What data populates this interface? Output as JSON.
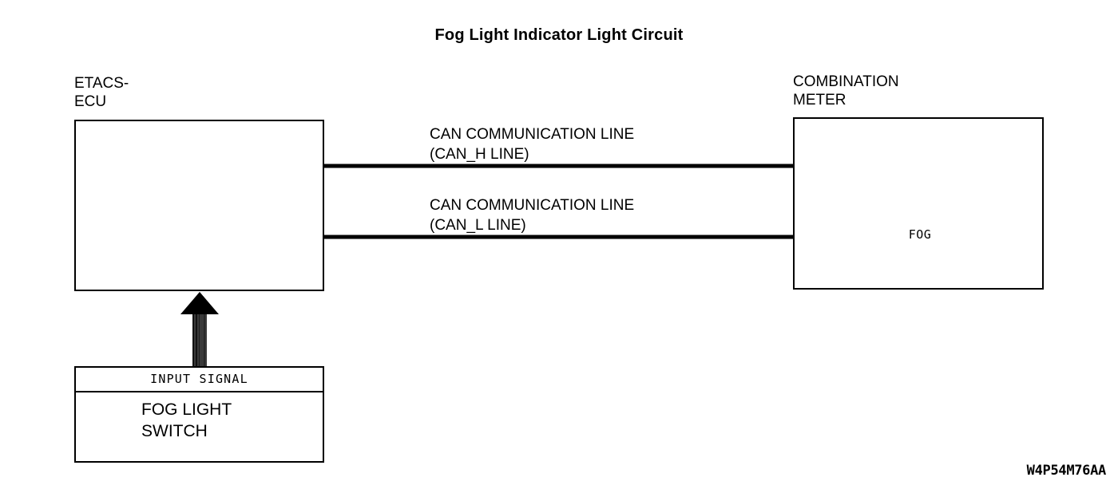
{
  "diagram": {
    "title": "Fog Light Indicator Light Circuit",
    "footer_code": "W4P54M76AA",
    "colors": {
      "background": "#ffffff",
      "stroke": "#000000",
      "arrow_shaft": "#3a3a3a"
    },
    "components": {
      "ecu": {
        "label_line1": "ETACS-",
        "label_line2": "ECU"
      },
      "combination_meter": {
        "label_line1": "COMBINATION",
        "label_line2": "METER",
        "indicator": {
          "symbol": "led-lamp-icon",
          "caption": "FOG"
        }
      },
      "fog_light_switch": {
        "header": "INPUT SIGNAL",
        "body_line1": "FOG LIGHT",
        "body_line2": "SWITCH"
      }
    },
    "connections": [
      {
        "name": "can-h",
        "label_line1": "CAN COMMUNICATION LINE",
        "label_line2": "(CAN_H LINE)"
      },
      {
        "name": "can-l",
        "label_line1": "CAN COMMUNICATION LINE",
        "label_line2": "(CAN_L LINE)"
      },
      {
        "name": "input-signal-arrow",
        "direction": "up"
      }
    ]
  }
}
